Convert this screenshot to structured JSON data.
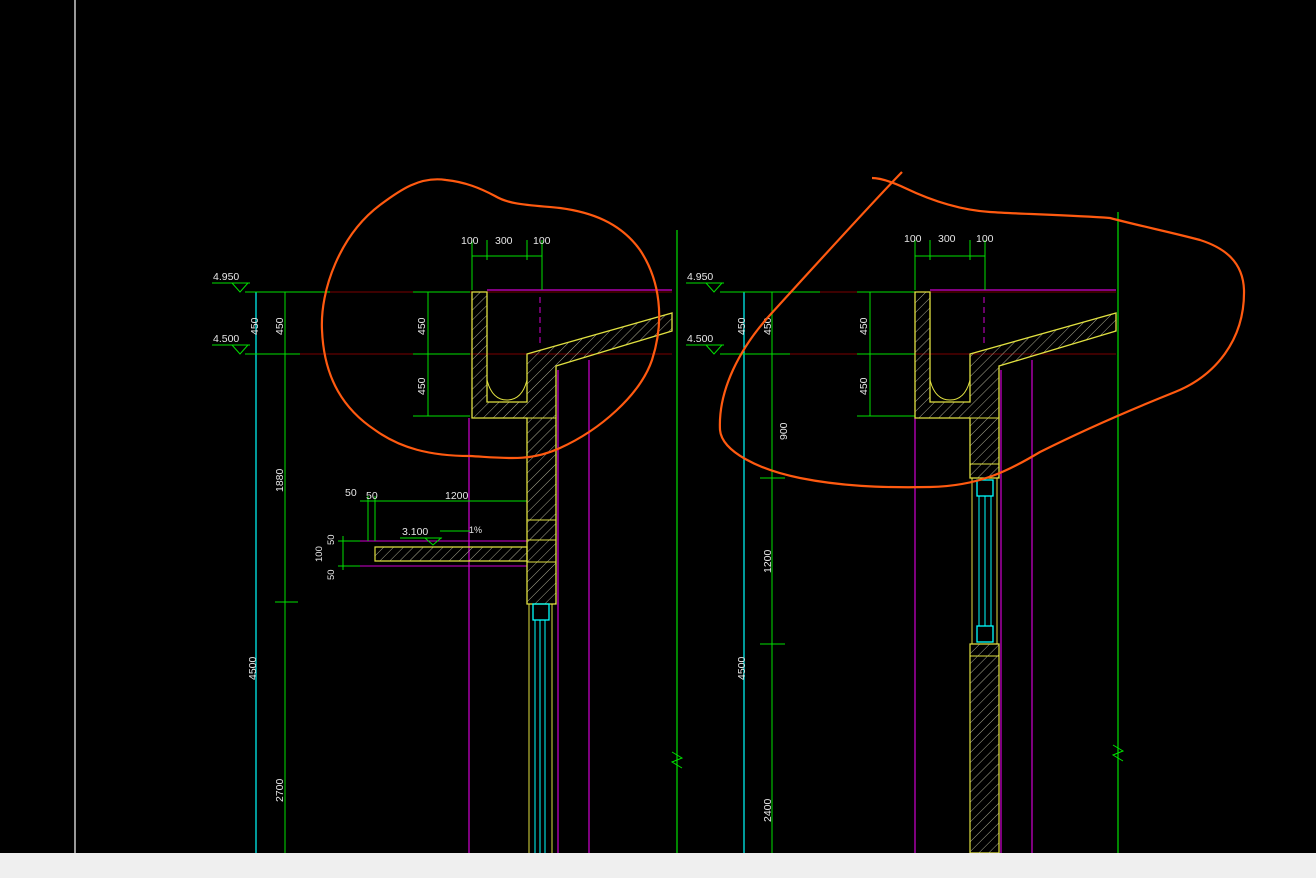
{
  "colors": {
    "background": "#000000",
    "dimension": "#00e000",
    "level_line": "#00ffff",
    "magenta": "#d000d0",
    "wall_outline": "#e0e040",
    "hatch": "#b0b0a0",
    "markup": "#ff5a10",
    "text": "#e6e6e6",
    "statusbar": "#efefef"
  },
  "left_detail": {
    "level_top": "4.950",
    "level_mid": "4.500",
    "level_slab": "3.100",
    "slope": "1%",
    "gutter_dims": [
      "100",
      "300",
      "100"
    ],
    "height_dims": [
      "450",
      "450"
    ],
    "outer_dims": [
      "450",
      "450",
      "1880",
      "2700",
      "4500"
    ],
    "canopy_dims": [
      "50",
      "50",
      "1200"
    ],
    "slab_dims": [
      "50",
      "100",
      "50"
    ]
  },
  "right_detail": {
    "level_top": "4.950",
    "level_mid": "4.500",
    "gutter_dims": [
      "100",
      "300",
      "100"
    ],
    "height_dims": [
      "450",
      "450"
    ],
    "outer_dims": [
      "450",
      "450",
      "900",
      "1200",
      "2400",
      "4500"
    ]
  }
}
